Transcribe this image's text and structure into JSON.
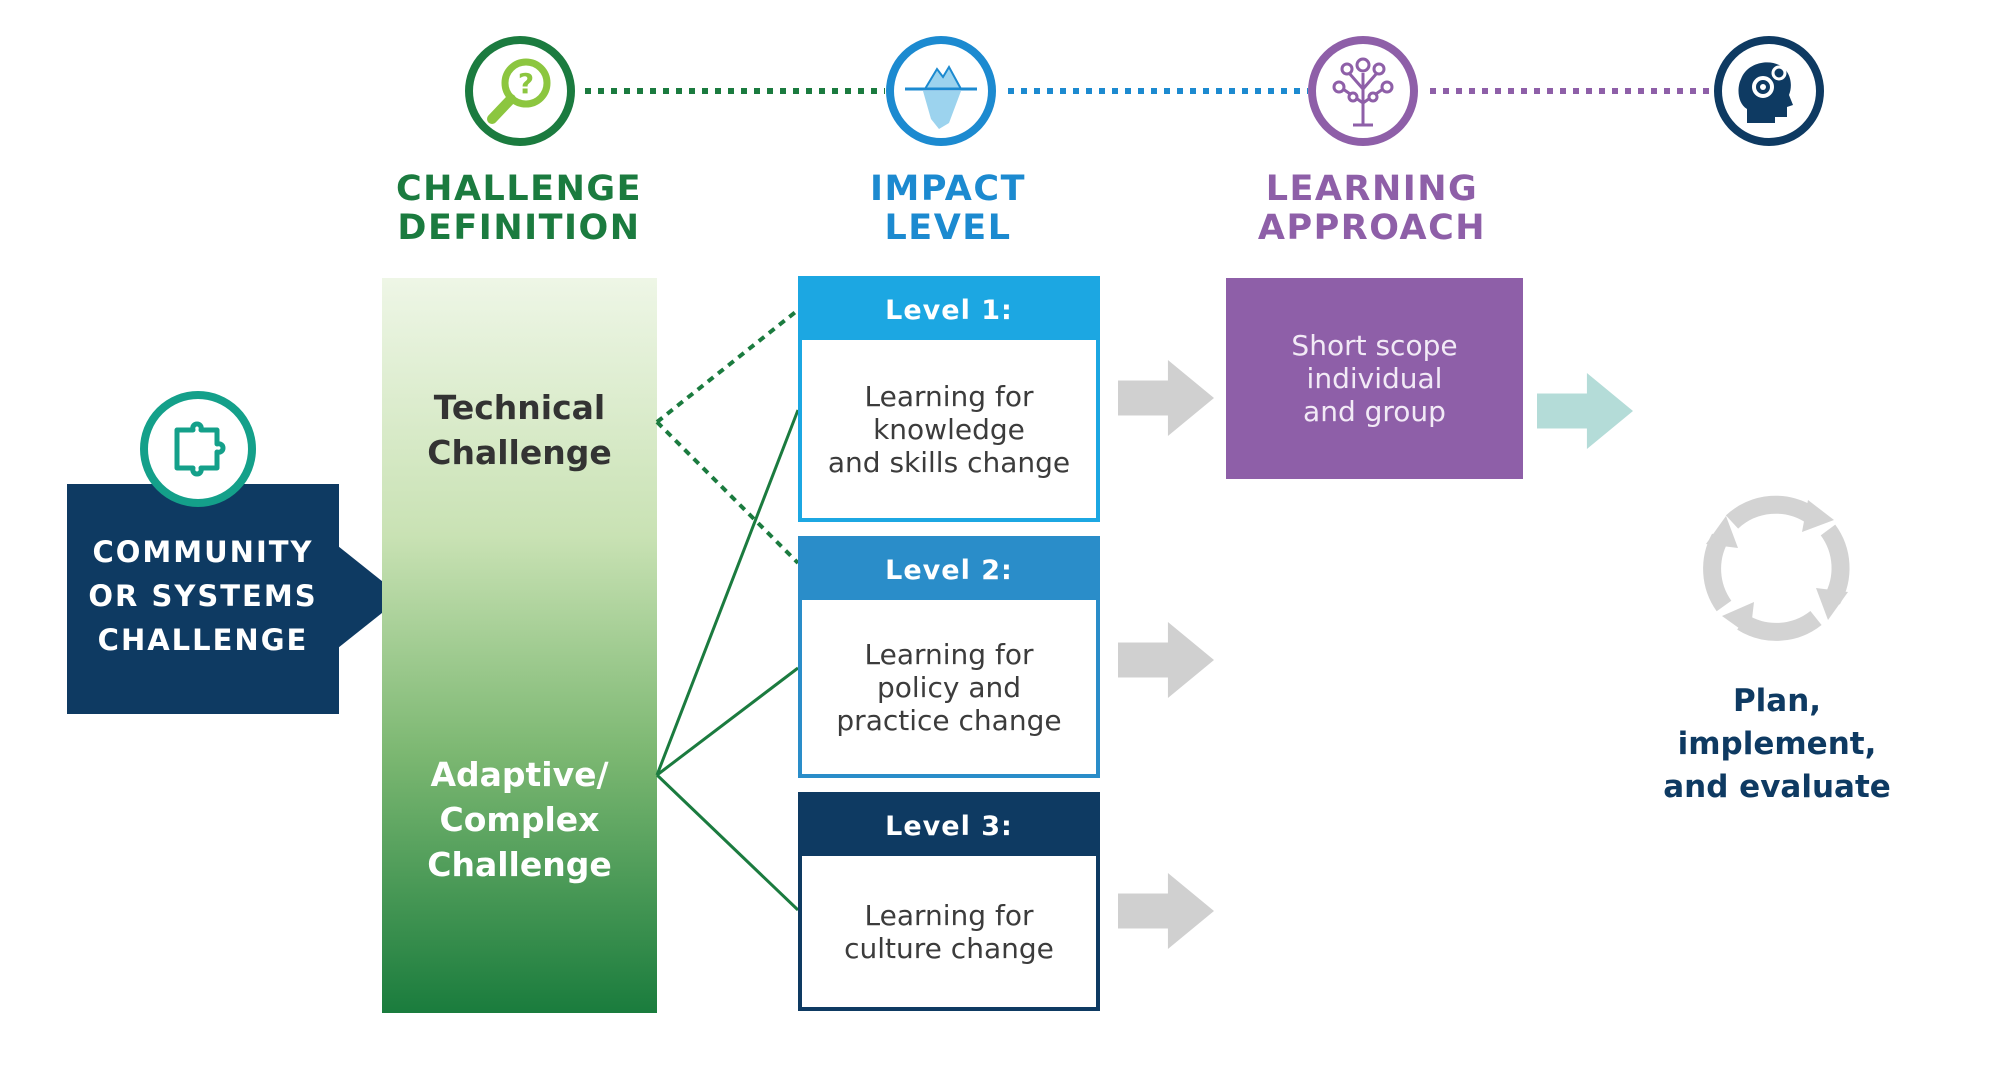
{
  "colors": {
    "green": "#1b7b3f",
    "blue": "#1c8ad0",
    "light_blue": "#1ca7e2",
    "mid_blue": "#2a8dc9",
    "navy": "#0e3a62",
    "purple": "#8e5fa8",
    "gray_arrow": "#d0d0d0",
    "teal_arrow": "#b4dcd8"
  },
  "stages": {
    "challenge": {
      "title": "CHALLENGE\nDEFINITION",
      "icon": "magnifier-question-icon"
    },
    "impact": {
      "title": "IMPACT\nLEVEL",
      "icon": "iceberg-icon"
    },
    "learning": {
      "title": "LEARNING\nAPPROACH",
      "icon": "tree-network-icon"
    },
    "execution": {
      "icon": "head-gears-icon"
    }
  },
  "community": {
    "label": "COMMUNITY\nOR SYSTEMS\nCHALLENGE",
    "icon": "puzzle-icon"
  },
  "challenge_types": {
    "technical": "Technical\nChallenge",
    "adaptive": "Adaptive/\nComplex\nChallenge"
  },
  "levels": [
    {
      "label": "Level 1:",
      "text": "Learning for\nknowledge\nand skills change",
      "color": "#1ca7e2"
    },
    {
      "label": "Level 2:",
      "text": "Learning for\npolicy and\npractice change",
      "color": "#2a8dc9"
    },
    {
      "label": "Level 3:",
      "text": "Learning for\nculture change",
      "color": "#0e3a62"
    }
  ],
  "learning_approach": {
    "text": "Short scope\nindividual\nand group"
  },
  "cycle": {
    "icon": "cycle-arrows-icon",
    "label": "Plan,\nimplement,\nand evaluate"
  }
}
